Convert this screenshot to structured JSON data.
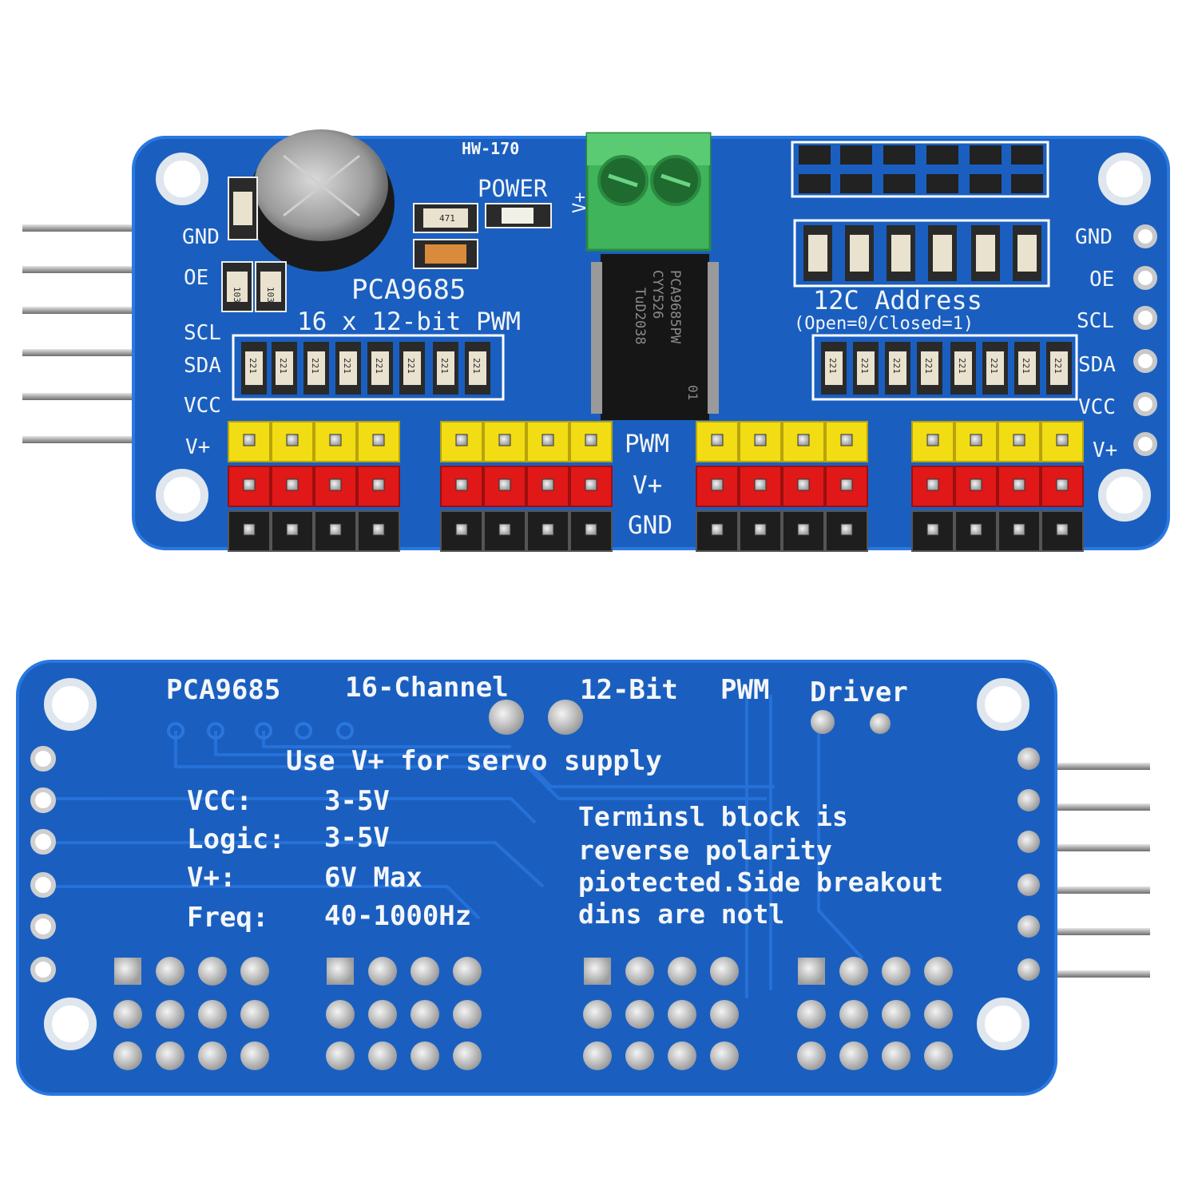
{
  "front_board": {
    "model_id": "HW-170",
    "power_label": "POWER",
    "chip_name": "PCA9685",
    "subtitle": "16 x 12-bit PWM",
    "chip_markings": [
      "PCA9685PW",
      "CYY526",
      "TuD2038",
      "01"
    ],
    "terminal_label": "V+",
    "i2c_title": "12C Address",
    "i2c_note": "(Open=0/Closed=1)",
    "left_pins": [
      "GND",
      "OE",
      "SCL",
      "SDA",
      "VCC",
      "V+"
    ],
    "right_pins": [
      "GND",
      "OE",
      "SCL",
      "SDA",
      "VCC",
      "V+"
    ],
    "row_labels": [
      "PWM",
      "V+",
      "GND"
    ],
    "resistor_code_221": "221",
    "resistor_code_103": "103",
    "resistor_code_471": "471"
  },
  "back_board": {
    "title_parts": [
      "PCA9685",
      "16-Channel",
      "12-Bit",
      "PWM",
      "Driver"
    ],
    "supply_note": "Use V+ for servo supply",
    "specs": [
      {
        "label": "VCC:",
        "value": "3-5V"
      },
      {
        "label": "Logic:",
        "value": "3-5V"
      },
      {
        "label": "V+:",
        "value": "6V Max"
      },
      {
        "label": "Freq:",
        "value": "40-1000Hz"
      }
    ],
    "note_lines": [
      "Terminsl block is",
      "reverse polarity",
      "piotected.Side breakout",
      "dins are notl"
    ]
  },
  "colors": {
    "pcb_blue": "#1a5fc0",
    "pcb_edge": "#2472d8",
    "header_yellow": "#f2dc14",
    "header_red": "#e01818",
    "header_black": "#1e1e1e",
    "terminal_green": "#3fb45a"
  }
}
